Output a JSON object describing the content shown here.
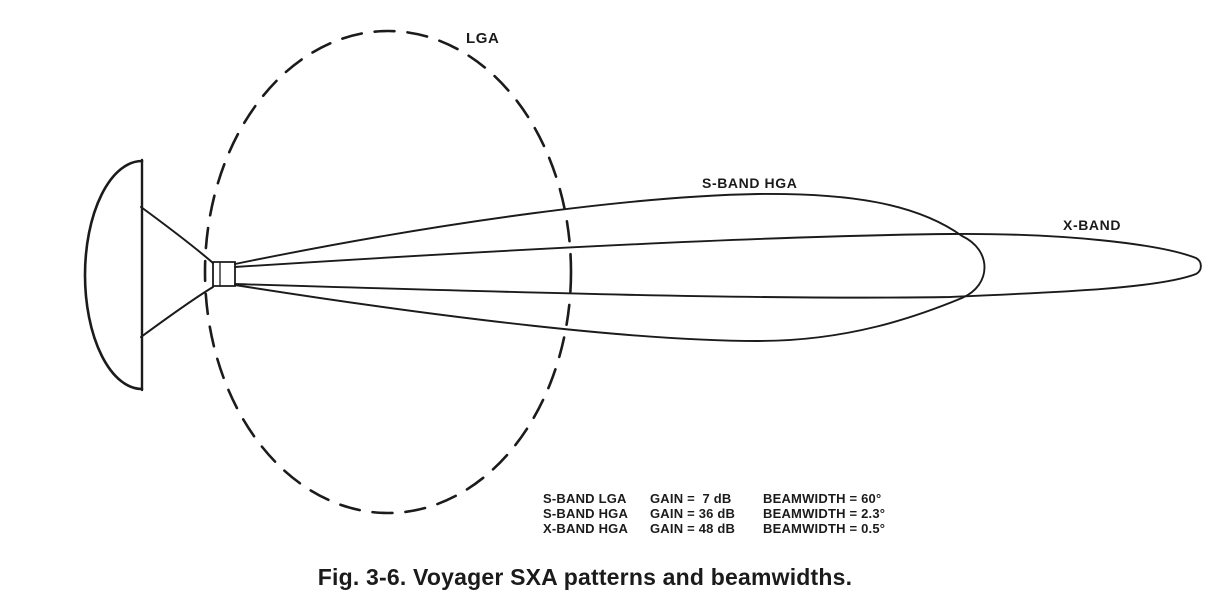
{
  "figure": {
    "caption": "Fig. 3-6. Voyager SXA patterns and beamwidths.",
    "labels": {
      "lga": "LGA",
      "s_band_hga": "S-BAND HGA",
      "x_band": "X-BAND"
    },
    "legend": {
      "rows": [
        {
          "antenna": "S-BAND LGA",
          "gain": "GAIN =  7 dB",
          "beamwidth": "BEAMWIDTH = 60°"
        },
        {
          "antenna": "S-BAND HGA",
          "gain": "GAIN = 36 dB",
          "beamwidth": "BEAMWIDTH = 2.3°"
        },
        {
          "antenna": "X-BAND HGA",
          "gain": "GAIN = 48 dB",
          "beamwidth": "BEAMWIDTH = 0.5°"
        }
      ]
    },
    "colors": {
      "ink": "#1b1b1b",
      "background": "#ffffff"
    }
  }
}
